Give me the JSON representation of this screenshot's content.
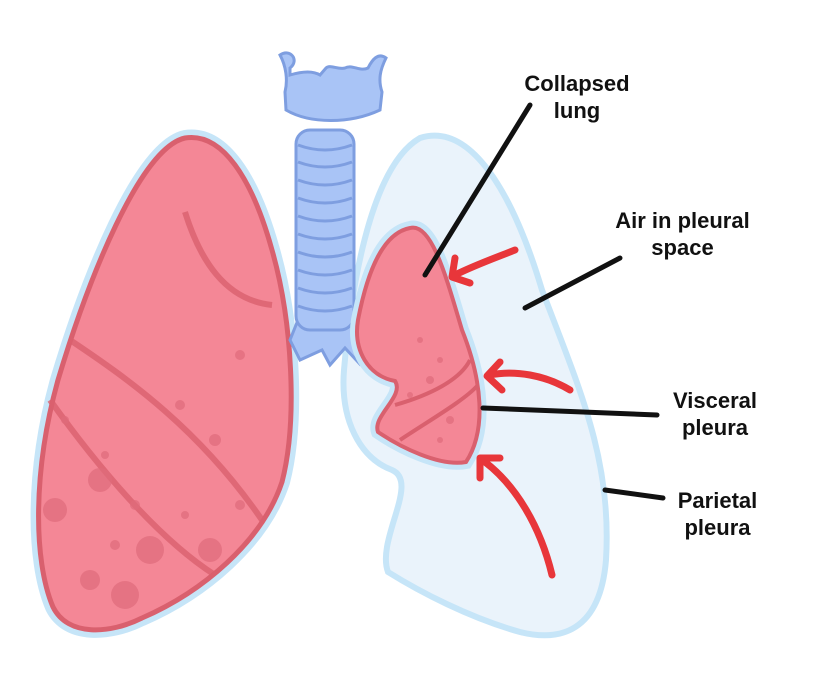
{
  "labels": {
    "collapsed_lung": [
      "Collapsed",
      "lung"
    ],
    "air_in_pleural_space": [
      "Air in pleural",
      "space"
    ],
    "visceral_pleura": [
      "Visceral",
      "pleura"
    ],
    "parietal_pleura": [
      "Parietal",
      "pleura"
    ]
  },
  "colors": {
    "lung_fill": "#f48796",
    "lung_stroke": "#d9606e",
    "pleura_fill": "#eaf3fb",
    "pleura_stroke": "#c6e5f8",
    "trachea_fill": "#a9c4f6",
    "trachea_stroke": "#7e9ee0",
    "arrow": "#e8363a",
    "pointer": "#111111"
  }
}
